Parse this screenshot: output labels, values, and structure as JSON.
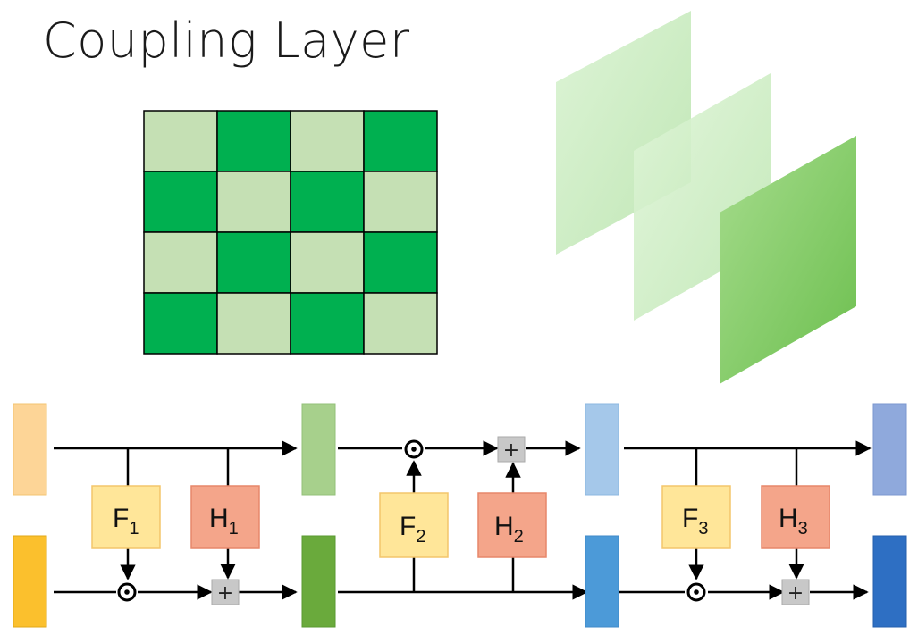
{
  "title": "Coupling Layer",
  "colors": {
    "checker_light": "#c5e0b4",
    "checker_dark": "#00b050",
    "sheet_light": "#c9ecc0",
    "sheet_dark": "#7cc862",
    "F_fill": "#ffe699",
    "H_fill": "#f4a58a",
    "input_top": "#fdd597",
    "input_bottom": "#fbc02d",
    "stage1_top": "#a7d08c",
    "stage1_bottom": "#6aaa3c",
    "stage2_top": "#a5c8ea",
    "stage2_bottom": "#4c9ad8",
    "output_top": "#8fa9dc",
    "output_bottom": "#2e6fc3"
  },
  "blocks": {
    "F1": {
      "letter": "F",
      "sub": "1"
    },
    "H1": {
      "letter": "H",
      "sub": "1"
    },
    "F2": {
      "letter": "F",
      "sub": "2"
    },
    "H2": {
      "letter": "H",
      "sub": "2"
    },
    "F3": {
      "letter": "F",
      "sub": "3"
    },
    "H3": {
      "letter": "H",
      "sub": "3"
    }
  },
  "plus_symbol": "+"
}
